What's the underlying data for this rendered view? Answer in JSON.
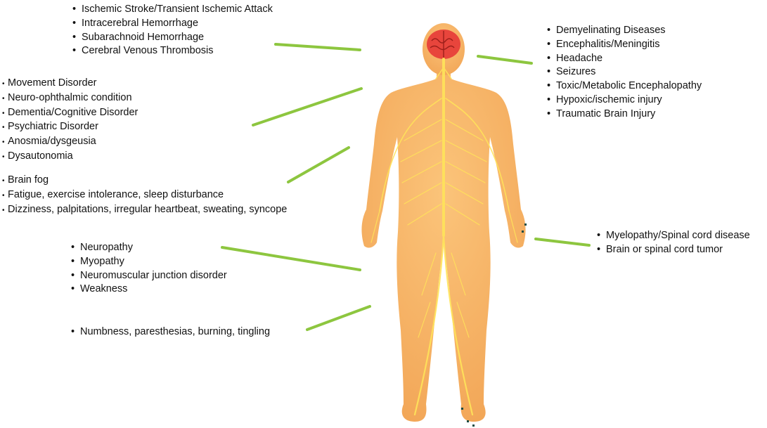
{
  "groups": {
    "vascular": [
      "Ischemic Stroke/Transient Ischemic Attack",
      "Intracerebral Hemorrhage",
      "Subarachnoid Hemorrhage",
      "Cerebral Venous Thrombosis"
    ],
    "cns": [
      "Movement Disorder",
      "Neuro-ophthalmic condition",
      "Dementia/Cognitive Disorder",
      "Psychiatric Disorder",
      "Anosmia/dysgeusia",
      "Dysautonomia"
    ],
    "long_covid": [
      "Brain fog",
      "Fatigue, exercise intolerance, sleep disturbance",
      "Dizziness, palpitations, irregular heartbeat, sweating, syncope"
    ],
    "peripheral": [
      "Neuropathy",
      "Myopathy",
      "Neuromuscular junction disorder",
      "Weakness"
    ],
    "sensory": [
      "Numbness, paresthesias, burning, tingling"
    ],
    "brain": [
      "Demyelinating Diseases",
      "Encephalitis/Meningitis",
      "Headache",
      "Seizures",
      "Toxic/Metabolic Encephalopathy",
      "Hypoxic/ischemic injury",
      "Traumatic Brain Injury"
    ],
    "spinal": [
      "Myelopathy/Spinal cord disease",
      "Brain or spinal cord tumor"
    ]
  },
  "colors": {
    "connector": "#8dc63f",
    "body_skin": "#f7b868",
    "nerves": "#ffe45a",
    "brain": "#e8453c",
    "text": "#111111"
  }
}
